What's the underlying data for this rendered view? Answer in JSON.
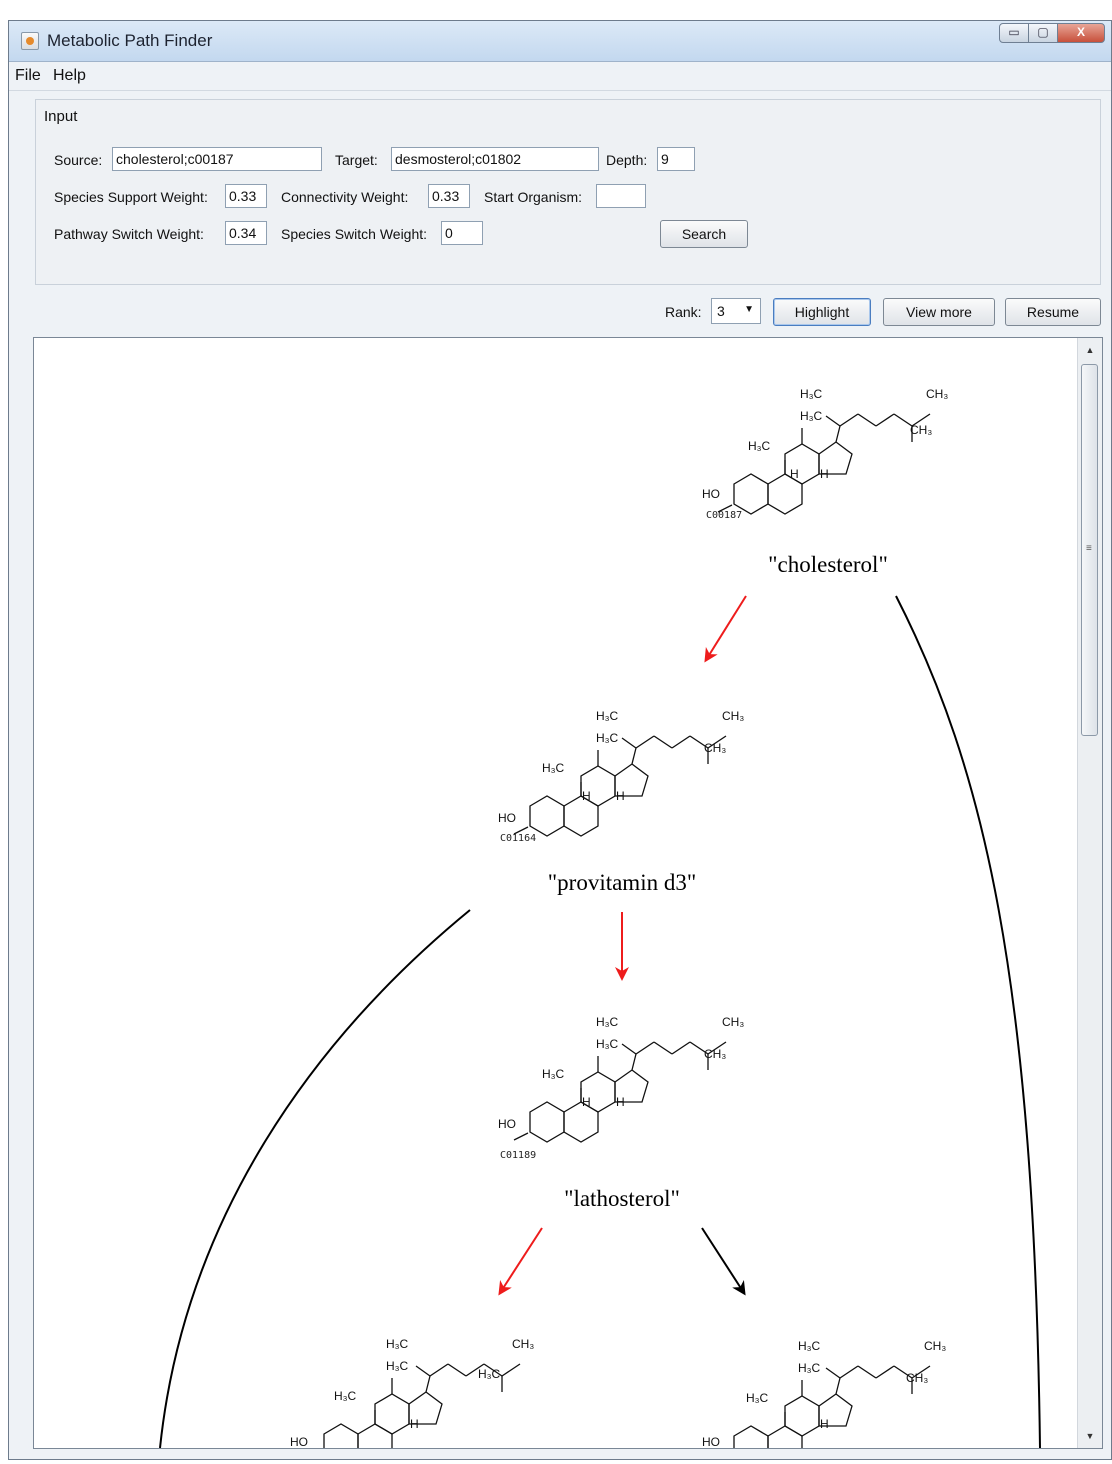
{
  "window": {
    "title": "Metabolic Path Finder",
    "controls": {
      "minimize": "▭",
      "maximize": "▢",
      "close": "X"
    }
  },
  "menu": {
    "file": "File",
    "help": "Help"
  },
  "input": {
    "panel_title": "Input",
    "source_label": "Source:",
    "source_value": "cholesterol;c00187",
    "target_label": "Target:",
    "target_value": "desmosterol;c01802",
    "depth_label": "Depth:",
    "depth_value": "9",
    "species_support_label": "Species Support Weight:",
    "species_support_value": "0.33",
    "connectivity_label": "Connectivity Weight:",
    "connectivity_value": "0.33",
    "start_organism_label": "Start Organism:",
    "start_organism_value": "",
    "pathway_switch_label": "Pathway Switch Weight:",
    "pathway_switch_value": "0.34",
    "species_switch_label": "Species Switch Weight:",
    "species_switch_value": "0",
    "search_label": "Search"
  },
  "toolbar": {
    "rank_label": "Rank:",
    "rank_value": "3",
    "highlight_label": "Highlight",
    "view_more_label": "View more",
    "resume_label": "Resume"
  },
  "graph": {
    "colors": {
      "highlight_edge": "#ee1c1c",
      "edge": "#000000"
    },
    "nodes": [
      {
        "id": "C00187",
        "name": "\"cholesterol\""
      },
      {
        "id": "C01164",
        "name": "\"provitamin d3\""
      },
      {
        "id": "C01189",
        "name": "\"lathosterol\""
      },
      {
        "id": "",
        "name": ""
      },
      {
        "id": "",
        "name": ""
      }
    ],
    "atom_labels": {
      "h3c": "H₃C",
      "ch3": "CH₃",
      "h": "H",
      "ho": "HO"
    }
  },
  "scrollbar": {
    "up": "▲",
    "down": "▼",
    "grip": "≡"
  }
}
